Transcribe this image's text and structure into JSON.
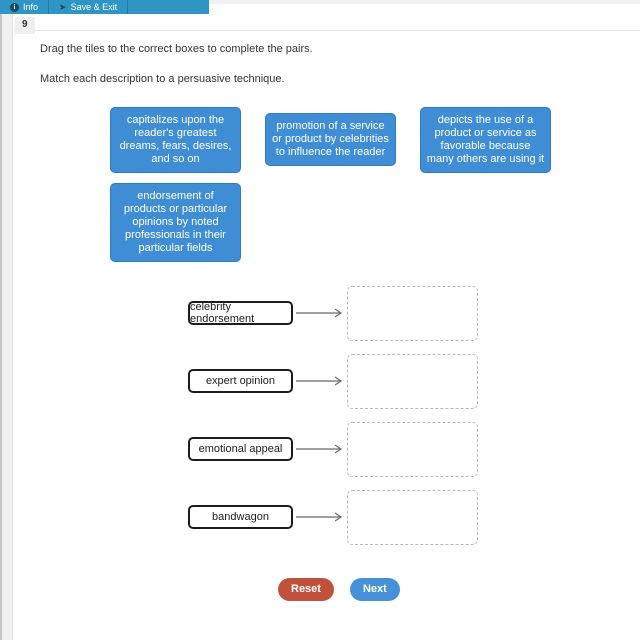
{
  "toolbar": {
    "info_label": "Info",
    "save_exit_label": "Save & Exit",
    "info_icon_glyph": "i"
  },
  "question": {
    "number": "9",
    "instruction": "Drag the tiles to the correct boxes to complete the pairs.",
    "prompt": "Match each description to a persuasive technique."
  },
  "tiles": [
    {
      "label": "capitalizes upon the reader's greatest dreams, fears, desires, and so on"
    },
    {
      "label": "promotion of a service or product by celebrities to influence the reader"
    },
    {
      "label": "depicts the use of a product or service as favorable because many others are using it"
    },
    {
      "label": "endorsement of products or particular opinions by noted professionals in their particular fields"
    }
  ],
  "pairs": [
    {
      "label": "celebrity endorsement"
    },
    {
      "label": "expert opinion"
    },
    {
      "label": "emotional appeal"
    },
    {
      "label": "bandwagon"
    }
  ],
  "buttons": {
    "reset": "Reset",
    "next": "Next"
  },
  "colors": {
    "toolbar": "#2e95c4",
    "tile": "#3f8dd5",
    "reset_button": "#c0513a",
    "next_button": "#4791d9"
  }
}
